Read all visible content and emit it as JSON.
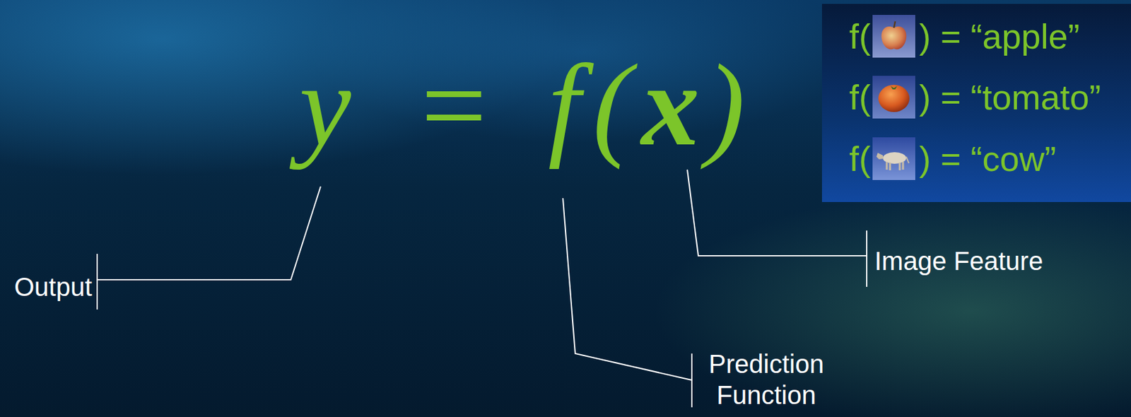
{
  "diagram": {
    "nodes": [
      {
        "text": [
          "f(",
          ") = “apple”",
          "f(",
          ") = “tomato”",
          "f(",
          ") = “cow”"
        ]
      }
    ],
    "labels": [
      "y",
      "=",
      "f",
      "(",
      "x",
      ")",
      "Output",
      "Prediction Function",
      "Image Feature"
    ]
  }
}
